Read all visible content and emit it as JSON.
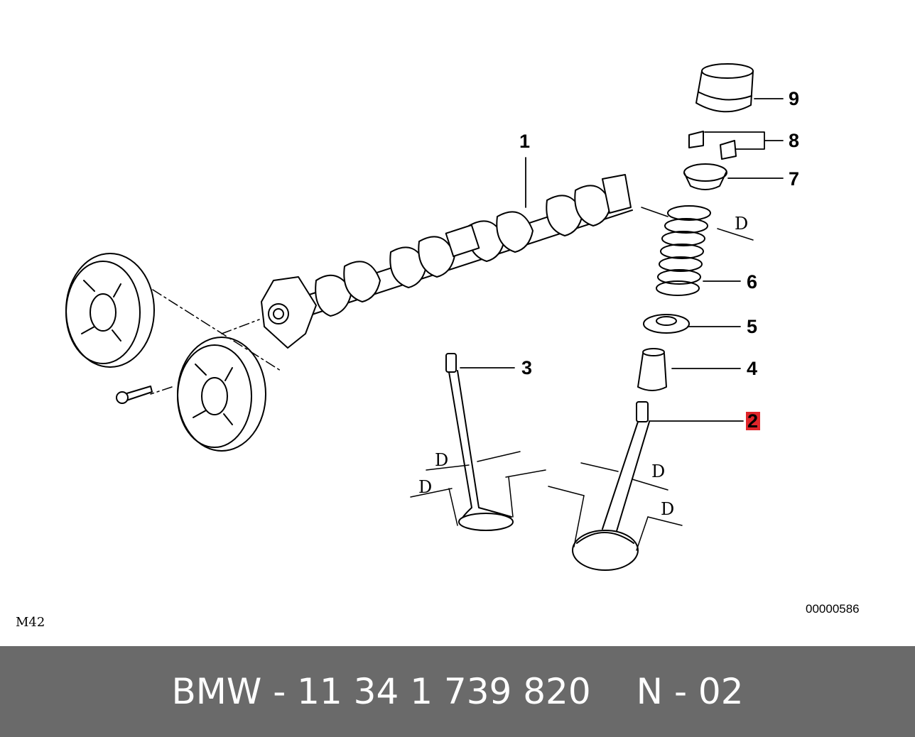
{
  "callouts": [
    "1",
    "2",
    "3",
    "4",
    "5",
    "6",
    "7",
    "8",
    "9"
  ],
  "highlight_color": "#e0262b",
  "dimension_letter": "D",
  "engine_code": "M42",
  "drawing_number": "00000586",
  "footer": {
    "part_number": "BMW - 11 34 1 739 820",
    "position": "N - 02"
  }
}
